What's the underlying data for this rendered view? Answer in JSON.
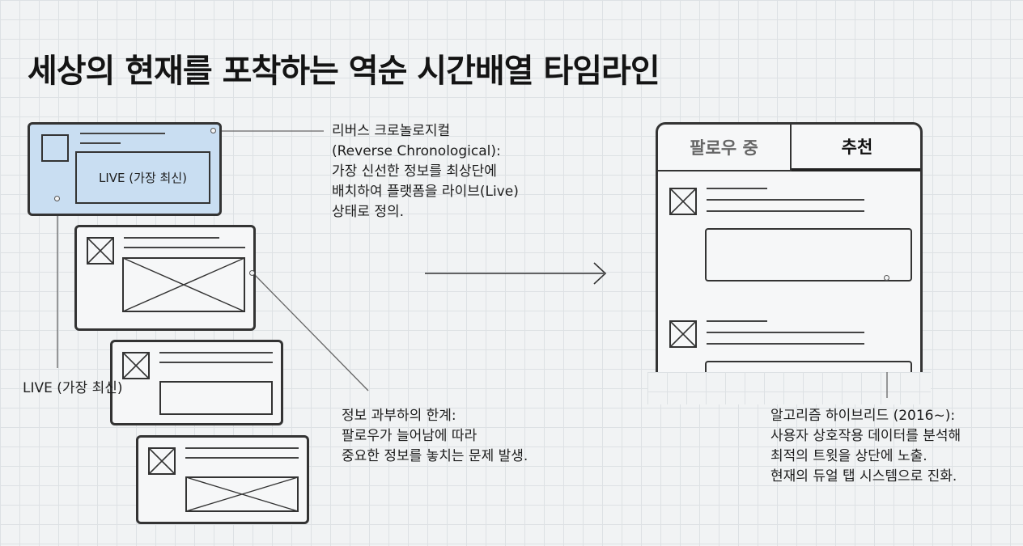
{
  "title": "세상의 현재를 포착하는 역순 시간배열 타임라인",
  "feed_card": {
    "live_box_label": "LIVE (가장 최신)"
  },
  "live_label": [
    "LIVE",
    "(가장 최신)"
  ],
  "note_reverse": [
    "리버스 크로놀로지컬",
    "(Reverse Chronological):",
    "가장 신선한 정보를 최상단에",
    "배치하여 플랫폼을 라이브(Live)",
    "상태로 정의."
  ],
  "note_overload": [
    "정보 과부하의 한계:",
    "팔로우가 늘어남에 따라",
    "중요한 정보를 놓치는 문제 발생."
  ],
  "note_hybrid": [
    "알고리즘 하이브리드 (2016~):",
    "사용자 상호작용 데이터를 분석해",
    "최적의 트윗을 상단에 노출.",
    "현재의 듀얼 탭 시스템으로 진화."
  ],
  "phone": {
    "tabs": [
      "팔로우 중",
      "추천"
    ],
    "active_tab": 1
  },
  "colors": {
    "highlight_card": "#c9def2",
    "outline": "#333333",
    "background": "#f1f3f4"
  }
}
